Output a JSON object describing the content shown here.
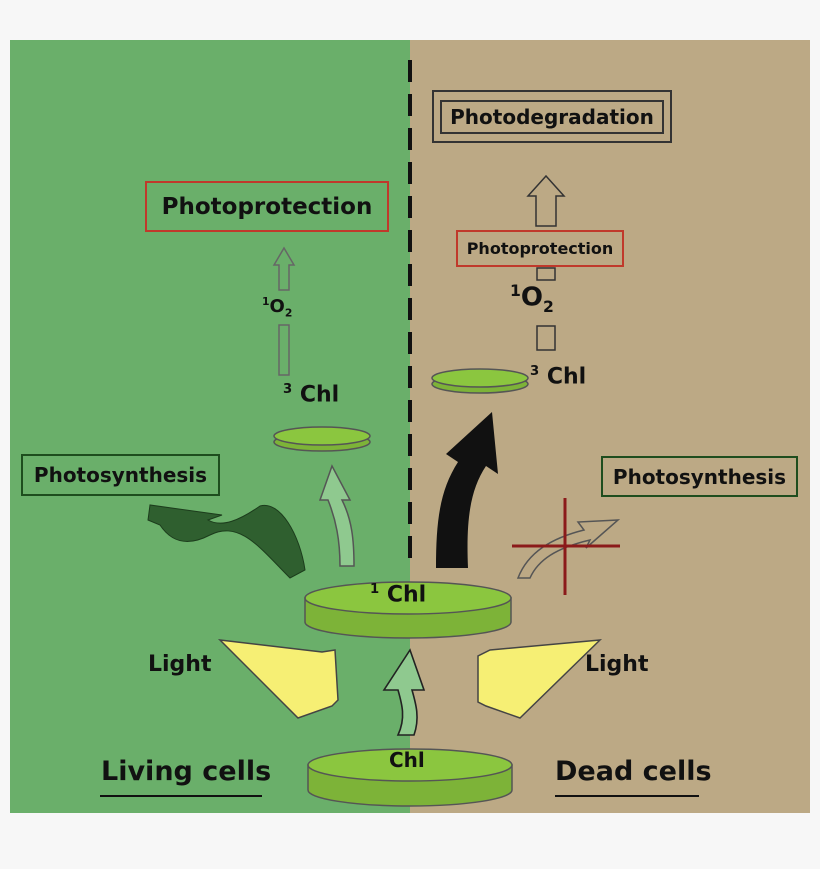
{
  "left_panel": {
    "title": "Living cells",
    "photoprotection": "Photoprotection",
    "photosynthesis": "Photosynthesis",
    "o2": {
      "sup": "1",
      "base": "O",
      "sub": "2"
    },
    "triplet": {
      "sup": "3",
      "base": "Chl"
    },
    "light": "Light"
  },
  "right_panel": {
    "title": "Dead cells",
    "photodegradation": "Photodegradation",
    "photoprotection": "Photoprotection",
    "photosynthesis": "Photosynthesis",
    "o2": {
      "sup": "1",
      "base": "O",
      "sub": "2"
    },
    "triplet": {
      "sup": "3",
      "base": "Chl"
    },
    "light": "Light"
  },
  "center": {
    "singlet": {
      "sup": "1",
      "base": "Chl"
    },
    "ground": "Chl"
  },
  "colors": {
    "living_bg": "#6aaf6a",
    "dead_bg": "#bca985",
    "disc_green": "#8bc63f",
    "dark_arrow": "#2f5f2f",
    "light_yellow": "#f6ef74",
    "photoprotection_border": "#c0392b",
    "photosynthesis_border": "#1e4d1e"
  }
}
